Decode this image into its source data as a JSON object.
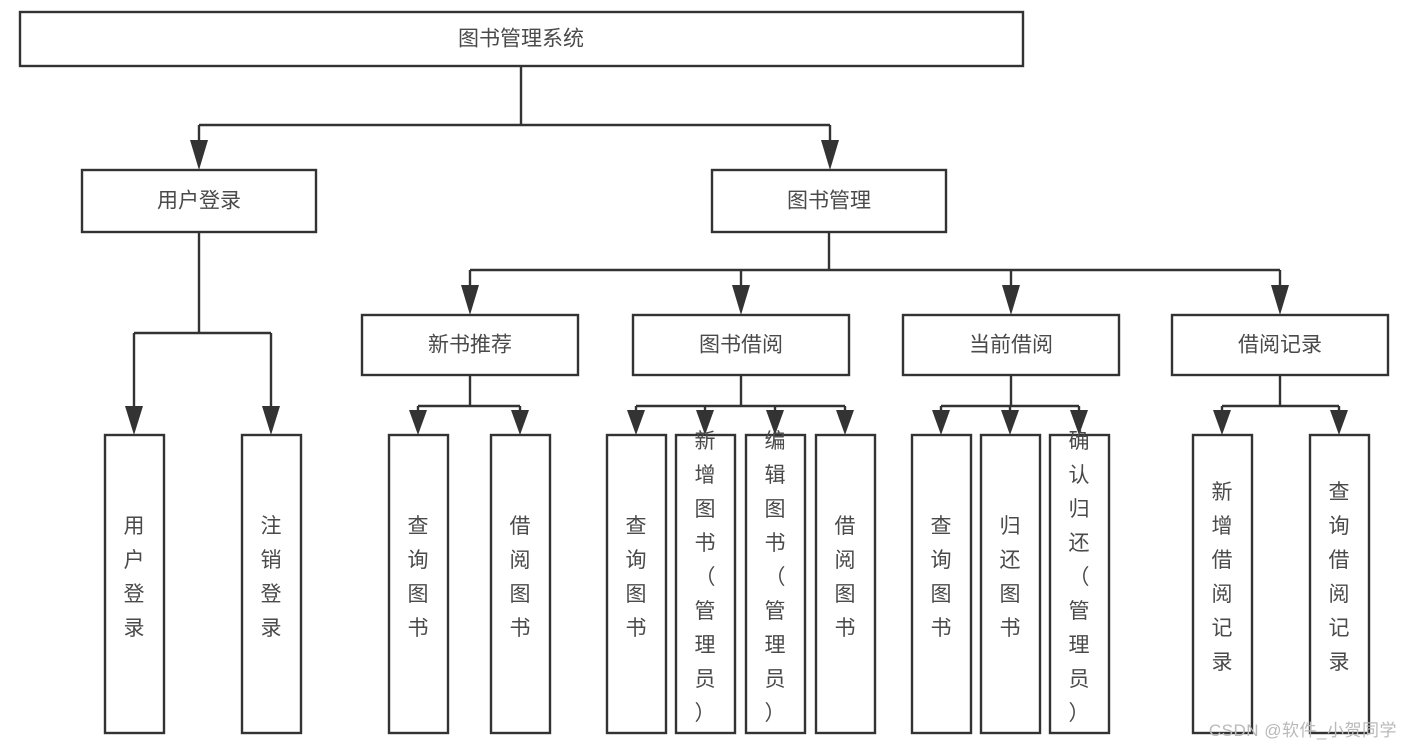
{
  "diagram": {
    "title": "图书管理系统",
    "type": "tree-hierarchy-functional-decomposition",
    "watermark": "CSDN @软件_小贺同学",
    "colors": {
      "stroke": "#333333",
      "box_fill": "#ffffff",
      "label": "#4a4a4a",
      "background": "#ffffff",
      "watermark": "#b9b9b9"
    },
    "root": {
      "id": "root",
      "label": "图书管理系统"
    },
    "level2": [
      {
        "id": "user-login",
        "label": "用户登录"
      },
      {
        "id": "book-management",
        "label": "图书管理"
      }
    ],
    "level3": [
      {
        "id": "new-book-recommend",
        "label": "新书推荐",
        "parent": "book-management"
      },
      {
        "id": "book-borrow",
        "label": "图书借阅",
        "parent": "book-management"
      },
      {
        "id": "current-borrow",
        "label": "当前借阅",
        "parent": "book-management"
      },
      {
        "id": "borrow-record",
        "label": "借阅记录",
        "parent": "book-management"
      }
    ],
    "leaves": [
      {
        "id": "leaf-user-login",
        "label": "用户登录",
        "parent": "user-login"
      },
      {
        "id": "leaf-logout-login",
        "label": "注销登录",
        "parent": "user-login"
      },
      {
        "id": "leaf-query-book-1",
        "label": "查询图书",
        "parent": "new-book-recommend"
      },
      {
        "id": "leaf-borrow-book-1",
        "label": "借阅图书",
        "parent": "new-book-recommend"
      },
      {
        "id": "leaf-query-book-2",
        "label": "查询图书",
        "parent": "book-borrow"
      },
      {
        "id": "leaf-add-book",
        "label": "新增图书（管理员）",
        "parent": "book-borrow"
      },
      {
        "id": "leaf-edit-book",
        "label": "编辑图书（管理员）",
        "parent": "book-borrow"
      },
      {
        "id": "leaf-borrow-book-2",
        "label": "借阅图书",
        "parent": "book-borrow"
      },
      {
        "id": "leaf-query-book-3",
        "label": "查询图书",
        "parent": "current-borrow"
      },
      {
        "id": "leaf-return-book",
        "label": "归还图书",
        "parent": "current-borrow"
      },
      {
        "id": "leaf-confirm-return",
        "label": "确认归还（管理员）",
        "parent": "current-borrow"
      },
      {
        "id": "leaf-add-record",
        "label": "新增借阅记录",
        "parent": "borrow-record"
      },
      {
        "id": "leaf-query-record",
        "label": "查询借阅记录",
        "parent": "borrow-record"
      }
    ]
  }
}
